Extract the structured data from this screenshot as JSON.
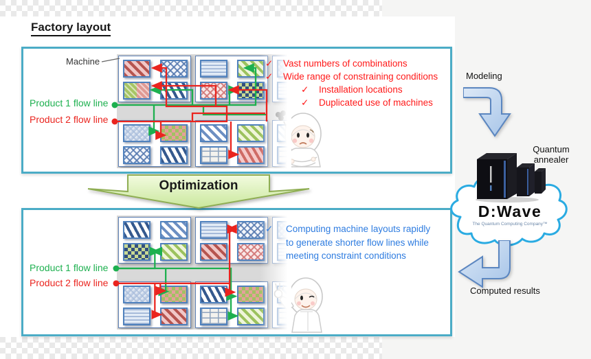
{
  "title": "Factory layout",
  "glyphs": {
    "check": "✓"
  },
  "colors": {
    "panel_border": "#4bacc6",
    "flow_green": "#1db04f",
    "flow_red": "#ea241e",
    "issue_red": "#ff1a1a",
    "benefit_blue": "#2e7ce0",
    "machine_border": "#4f81bd",
    "floor_gray": "#d9d9d9",
    "optimization_border": "#8fae53",
    "blue_arrow_border": "#5b86c0",
    "cloud_border": "#2aabe2"
  },
  "top_panel": {
    "machine_label": "Machine",
    "product1_label": "Product 1 flow line",
    "product2_label": "Product 2 flow line",
    "issues": [
      {
        "text": "Vast numbers of combinations",
        "indent": 0
      },
      {
        "text": "Wide range of constraining conditions",
        "indent": 0
      },
      {
        "text": "Installation locations",
        "indent": 1
      },
      {
        "text": "Duplicated use of machines",
        "indent": 1
      }
    ],
    "grid": {
      "band1": [
        [
          "stripe-red",
          "cross-blue",
          "mix-stripes",
          "stripe-blue-steep"
        ],
        [
          "wave-blue",
          "stripe-green",
          "cross-red",
          "checker-dark"
        ],
        [
          "cross-light",
          "wave-light",
          "wave-light",
          "cross-light"
        ]
      ],
      "band2": [
        [
          "cross-light",
          "mix-checker",
          "cross-blue",
          "stripe-blue-steep"
        ],
        [
          "stripe-blue",
          "stripe-green",
          "brick",
          "stripe-red-steep"
        ],
        [
          "stripe-light",
          "brick-light",
          "brick-light",
          "stripe-light"
        ]
      ]
    }
  },
  "optimization": {
    "label": "Optimization"
  },
  "bottom_panel": {
    "product1_label": "Product 1 flow line",
    "product2_label": "Product 2 flow line",
    "benefit": "Computing machine layouts rapidly to generate shorter flow lines while meeting constraint conditions",
    "grid": {
      "band1": [
        [
          "stripe-blue-steep",
          "stripe-blue",
          "checker-dark",
          "stripe-green"
        ],
        [
          "wave-blue",
          "cross-blue",
          "stripe-red",
          "cross-red"
        ],
        [
          "cross-light",
          "wave-light",
          "wave-light",
          "cross-light"
        ]
      ],
      "band2": [
        [
          "cross-light",
          "mix-checker",
          "wave-blue",
          "stripe-red"
        ],
        [
          "stripe-blue-steep",
          "mix-checker",
          "brick",
          "stripe-green"
        ],
        [
          "stripe-light",
          "brick-light",
          "brick-light",
          "stripe-light"
        ]
      ]
    }
  },
  "right_flow": {
    "modeling_label": "Modeling",
    "quantum_annealer_label": "Quantum annealer",
    "computed_results_label": "Computed results",
    "dwave_logo": "D:Wave",
    "dwave_tagline": "The Quantum Computing Company™"
  }
}
